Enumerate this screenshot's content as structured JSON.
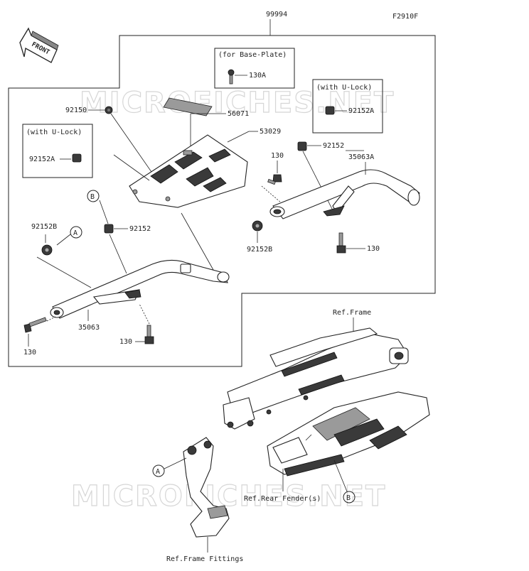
{
  "figure_code": "F2910F",
  "assembly_number": "99994",
  "front_label": "FRONT",
  "watermark": "MICROFICHES.NET",
  "callouts": {
    "base_plate_note": "(for Base-Plate)",
    "u_lock_note_right": "(with U-Lock)",
    "u_lock_note_left": "(with U-Lock)",
    "p_130A": "130A",
    "p_92152A_right": "92152A",
    "p_92152A_left": "92152A",
    "p_92150": "92150",
    "p_56071": "56071",
    "p_53029": "53029",
    "p_130_upper": "130",
    "p_92152_right": "92152",
    "p_35063A": "35063A",
    "p_92152B_right": "92152B",
    "p_130_right": "130",
    "p_B_upper": "B",
    "p_92152_left": "92152",
    "p_92152B_left": "92152B",
    "p_A_upper": "A",
    "p_35063": "35063",
    "p_130_left": "130",
    "p_130_bottom": "130",
    "ref_frame": "Ref.Frame",
    "ref_rear_fender": "Ref.Rear Fender(s)",
    "ref_frame_fittings": "Ref.Frame Fittings",
    "p_A_lower": "A",
    "p_B_lower": "B"
  }
}
